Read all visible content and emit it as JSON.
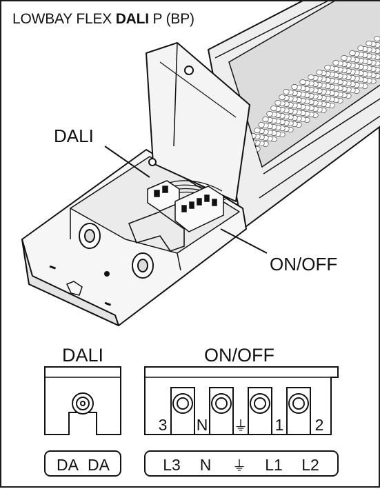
{
  "title": {
    "prefix": "LOWBAY FLEX ",
    "bold": "DALI",
    "suffix": " P (BP)"
  },
  "callouts": {
    "dali": "DALI",
    "onoff": "ON/OFF"
  },
  "connectors": {
    "dali": {
      "heading": "DALI",
      "terminal_labels": [
        "DA",
        "DA"
      ]
    },
    "onoff": {
      "heading": "ON/OFF",
      "slot_labels": [
        "3",
        "N",
        "⏚",
        "1",
        "2"
      ],
      "terminal_labels": [
        "L3",
        "N",
        "⏚",
        "L1",
        "L2"
      ]
    }
  },
  "colors": {
    "ink": "#111111",
    "housing": "#f2f2f2",
    "panel": "#e6e6e6",
    "led": "#ffffff",
    "led_board": "#dcdcdc"
  }
}
